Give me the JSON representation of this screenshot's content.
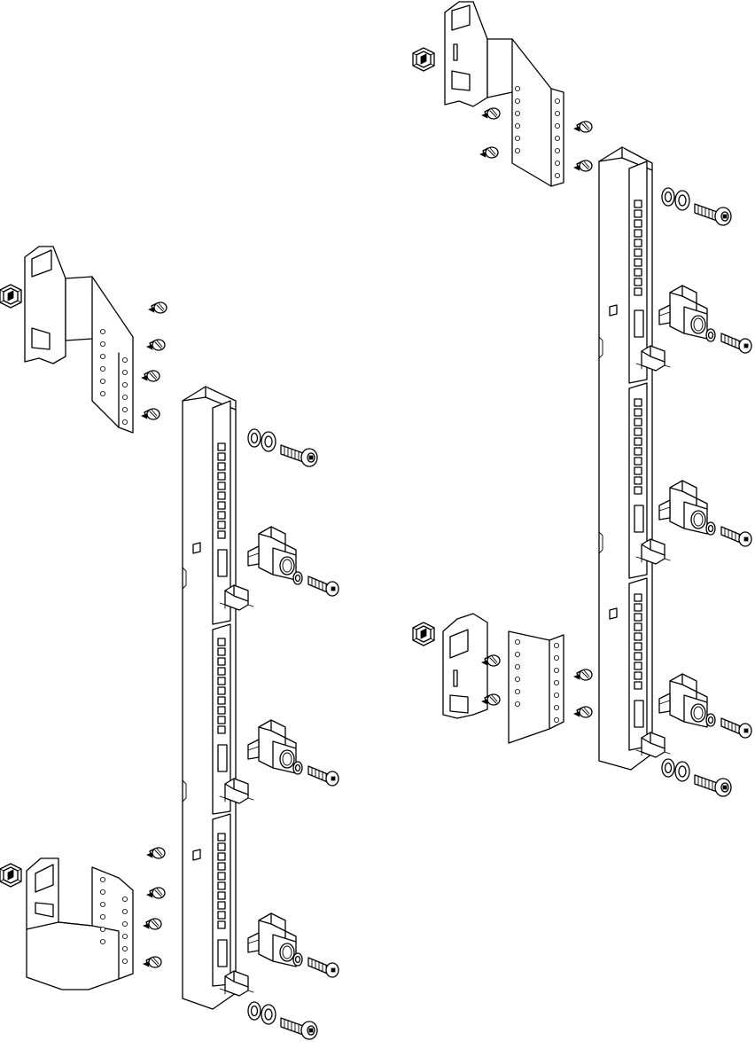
{
  "diagram": {
    "kind": "exploded mounting assembly line drawing",
    "assemblies": [
      {
        "id": "left",
        "rail": {
          "cable_clamps": 3,
          "long_screws_with_washers": 2,
          "short_screws": 3
        },
        "brackets": [
          {
            "position": "top",
            "self_tapping_screws": 4,
            "cage_nuts": 1
          },
          {
            "position": "bottom",
            "self_tapping_screws": 4,
            "cage_nuts": 1
          }
        ]
      },
      {
        "id": "right",
        "rail": {
          "cable_clamps": 3,
          "long_screws_with_washers": 2,
          "short_screws": 3
        },
        "brackets": [
          {
            "position": "top",
            "self_tapping_screws": 4,
            "cage_nuts": 1
          },
          {
            "position": "middle",
            "self_tapping_screws": 4,
            "cage_nuts": 1
          }
        ]
      }
    ]
  },
  "colors": {
    "line": "#000000",
    "background": "#ffffff"
  }
}
